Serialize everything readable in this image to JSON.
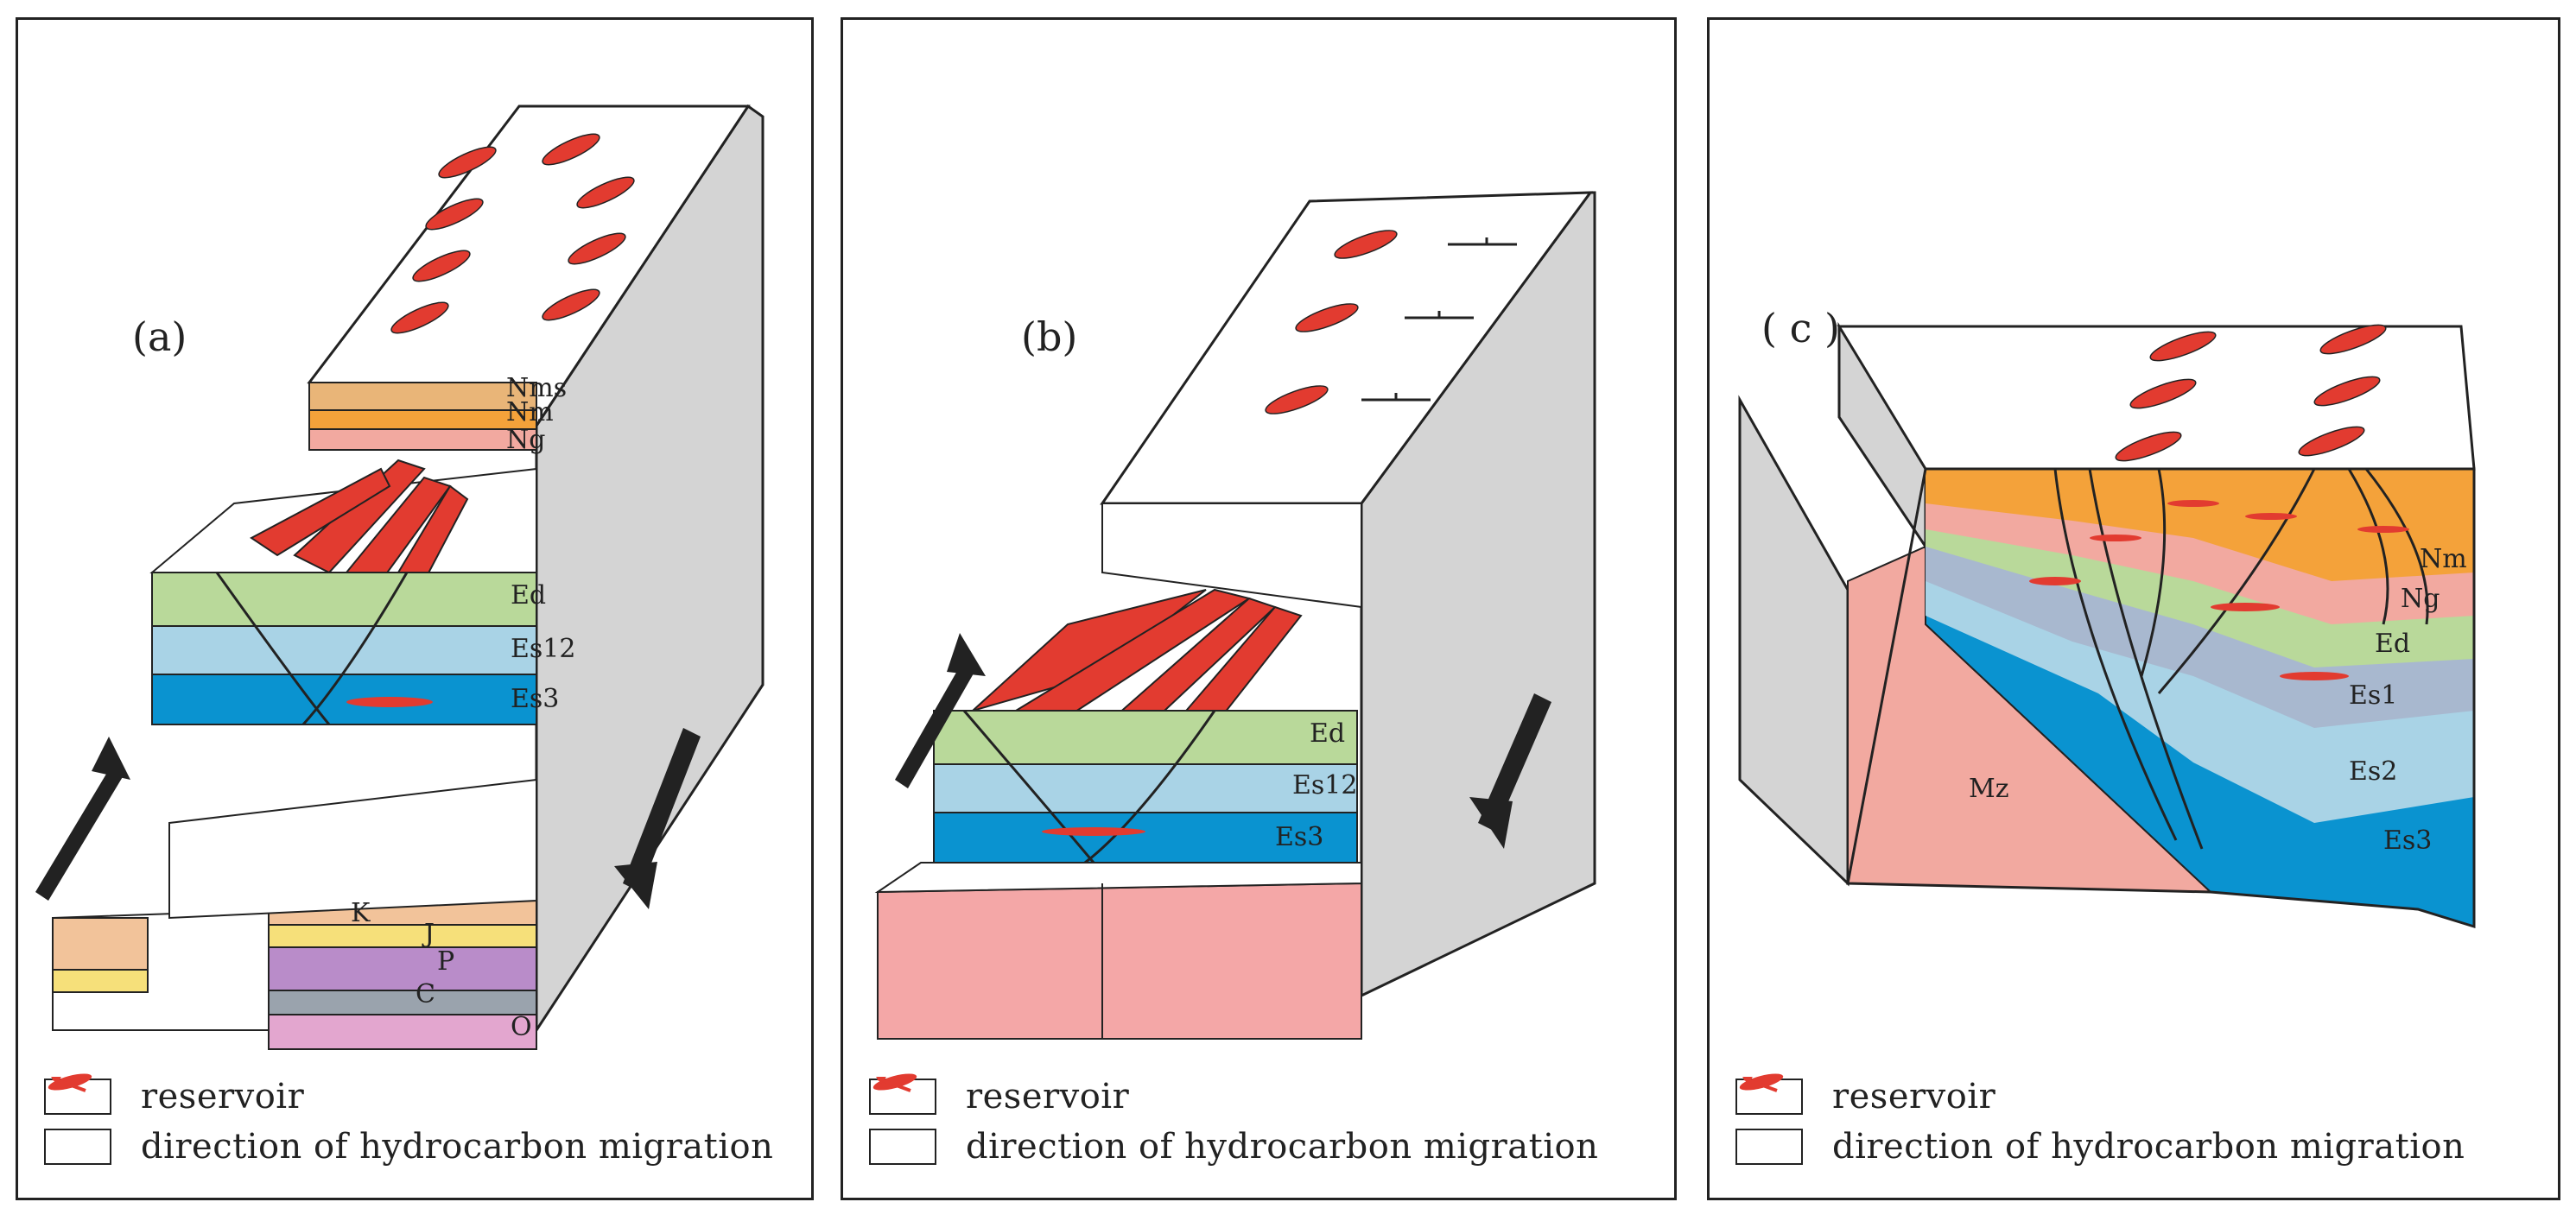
{
  "panels": {
    "a": {
      "label": "(a)",
      "layers": [
        "Nms",
        "Nm",
        "Ng",
        "Ed",
        "Es12",
        "Es3",
        "K",
        "J",
        "P",
        "C",
        "O"
      ]
    },
    "b": {
      "label": "(b)",
      "layers": [
        "Ed",
        "Es12",
        "Es3"
      ]
    },
    "c": {
      "label": "( c )",
      "layers": [
        "Nm",
        "Ng",
        "Ed",
        "Es1",
        "Es2",
        "Es3",
        "Mz"
      ]
    }
  },
  "legend": {
    "reservoir": "reservoir",
    "migration": "direction of hydrocarbon migration"
  },
  "colors": {
    "reservoir_red": "#e23b30",
    "Nm_orange": "#f4a23a",
    "Ng_pink": "#f2a9a0",
    "Ed_green": "#b9d99a",
    "Es12_lightblue": "#a9d3e6",
    "Es3_blue": "#0a93d0",
    "Mz_salmon": "#f2a9a0",
    "block_gray": "#d4d4d4"
  }
}
